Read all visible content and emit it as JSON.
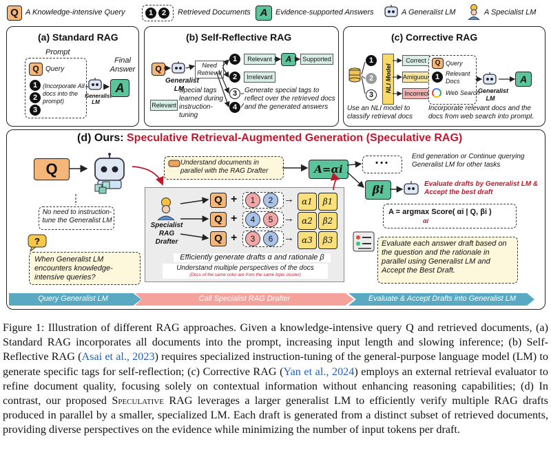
{
  "legend": {
    "query_symbol": "Q",
    "query_label": "A Knowledge-intensive Query",
    "retrieved_label": "Retrieved Documents",
    "answer_symbol": "A",
    "answer_label": "Evidence-supported Answers",
    "generalist_label": "A Generalist LM",
    "specialist_label": "A Specialist LM"
  },
  "panel_a": {
    "title": "(a) Standard RAG",
    "prompt_label": "Prompt",
    "query_label": "Query",
    "incorporate_text": "(Incorporate All docs into the prompt)",
    "generalist_label": "Generalist LM",
    "final_answer": "Final Answer",
    "answer_symbol": "A"
  },
  "panel_b": {
    "title": "(b) Self-Reflective RAG",
    "generalist_label": "Generalist LM",
    "need_retrieval": "Need Retrieval",
    "relevant": "Relevant",
    "irrelevant": "Irrelevant",
    "supported": "Supported",
    "special_tag": "Relevant",
    "special_tags_text": "Special tags learned during instruction-tuning",
    "generate_text": "Generate special tags to reflect over the retrieved docs and the generated answers"
  },
  "panel_c": {
    "title": "(c) Corrective RAG",
    "nli_model": "NLI Model",
    "correct": "Correct",
    "ambiguous": "Amiguous",
    "incorrect": "Incorrect",
    "query_label": "Query",
    "relevant_docs": "Relevant Docs",
    "web_search": "Web Search",
    "generalist_label": "Generalist LM",
    "use_nli_text": "Use an NLI model to classify retrieval docs",
    "incorporate_text": "Incorporate relevant docs and the docs from web search into prompt."
  },
  "panel_d": {
    "title_prefix": "(d) Ours: ",
    "title_main": "Speculative Retrieval-Augmented Generation (Speculative RAG)",
    "understand_text": "Understand documents in parallel with the RAG Drafter",
    "no_need_text": "No need to instruction-tune the Generalist LM",
    "when_text": "When Generalist LM encounters knowledge-intensive queries?",
    "specialist_label": "Specialist RAG Drafter",
    "drafts": [
      {
        "doc1": "1",
        "doc2": "2",
        "alpha": "α1",
        "beta": "β1"
      },
      {
        "doc1": "4",
        "doc2": "5",
        "alpha": "α2",
        "beta": "β2"
      },
      {
        "doc1": "3",
        "doc2": "6",
        "alpha": "α3",
        "beta": "β3"
      }
    ],
    "efficiently_text": "Efficiently generate drafts α and rationale β",
    "understand_multi_text": "Understand multiple perspectives of the docs",
    "same_color_note": "(Docs of the same color are from the same topic cluster)",
    "a_equals": "A=αi",
    "dots": "• • •",
    "end_gen_text": "End generation or Continue querying Generalist LM for other tasks",
    "beta_i": "βi",
    "evaluate_red": "Evaluate drafts by Generalist LM & Accept the best draft",
    "formula": "A = argmax Score( αi | Q, βi )",
    "formula_sub": "αi",
    "evaluate_each_text": "Evaluate each answer draft based on the question and the rationale in parallel using Generalist LM and Accept the Best Draft.",
    "step1": "Query Generalist LM",
    "step2": "Call Specialist RAG Drafter",
    "step3": "Evaluate & Accept Drafts into Generalist LM",
    "query_symbol": "Q"
  },
  "caption": {
    "p1": "Figure 1: Illustration of different RAG approaches. Given a knowledge-intensive query Q and retrieved documents, (a) Standard RAG incorporates all documents into the prompt, increasing input length and slowing inference; (b) Self-Reflective RAG (",
    "cite1": "Asai et al., 2023",
    "p2": ") requires specialized instruction-tuning of the general-purpose language model (LM) to generate specific tags for self-reflection; (c) Corrective RAG (",
    "cite2": "Yan et al., 2024",
    "p3": ") employs an external retrieval evaluator to refine document quality, focusing solely on contextual information without enhancing reasoning capabilities; (d) In contrast, our proposed ",
    "sc": "Speculative",
    "p4": " RAG leverages a larger generalist LM to efficiently verify multiple RAG drafts produced in parallel by a smaller, specialized LM. Each draft is generated from a distinct subset of retrieved documents, providing diverse perspectives on the evidence while minimizing the number of input tokens per draft."
  },
  "colors": {
    "query": "#f5b67a",
    "answer": "#5cc49a",
    "accent_red": "#c0172d",
    "doc_red": "#f4a7a7",
    "doc_blue": "#a9c4ea",
    "step_blue": "#5aa9c2",
    "step_pink": "#f4a39c"
  }
}
